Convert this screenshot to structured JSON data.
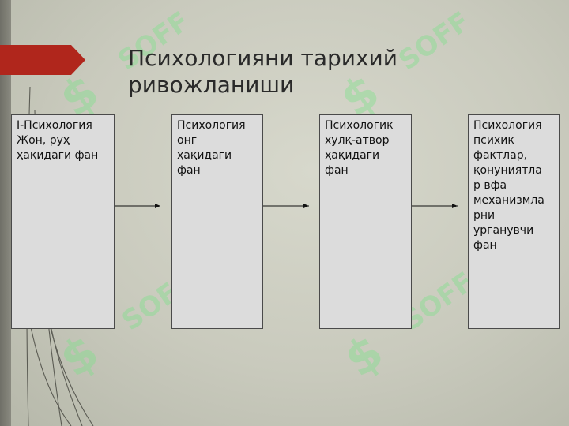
{
  "slide": {
    "title_line1": "Психологияни  тарихий",
    "title_line2": "ривожланиши",
    "accent_color": "#b0261c",
    "watermark_text": "SOFF",
    "watermark_color": "#7fe08a"
  },
  "boxes": [
    {
      "text": "I-Психология\nЖон,  руҳ\nҳақидаги  фан"
    },
    {
      "text": "Психология\nонг\nҳақидаги\nфан"
    },
    {
      "text": "Психологик\nхулқ-атвор\nҳақидаги\nфан"
    },
    {
      "text": "Психология\nпсихик\nфактлар,\nқонуниятла\nр  вфа\nмеханизмла\nрни\nурганувчи\nфан"
    }
  ]
}
